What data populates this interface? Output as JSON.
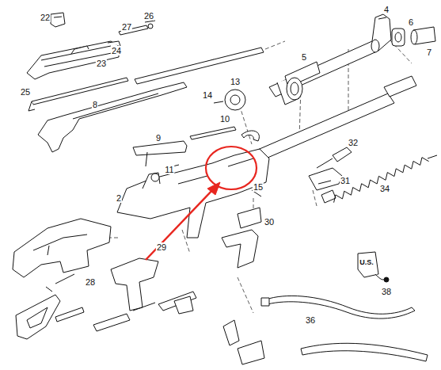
{
  "diagram": {
    "labels": [
      "22",
      "26",
      "27",
      "24",
      "23",
      "25",
      "4",
      "6",
      "7",
      "5",
      "13",
      "14",
      "8",
      "10",
      "9",
      "11",
      "2",
      "32",
      "31",
      "15",
      "34",
      "30",
      "29",
      "28",
      "U.S.",
      "38",
      "36"
    ]
  }
}
